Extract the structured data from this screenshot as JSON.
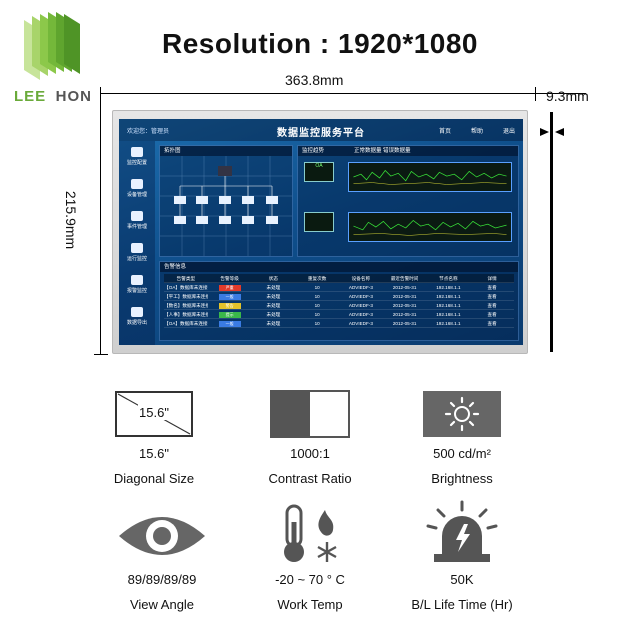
{
  "logo": {
    "left": "LEE",
    "right": "HON"
  },
  "title": "Resolution : 1920*1080",
  "dimensions": {
    "width": "363.8mm",
    "height": "215.9mm",
    "depth": "9.3mm"
  },
  "screen": {
    "title": "数据监控服务平台",
    "user": "欢迎您：管理员",
    "nav": [
      "首页",
      "帮助",
      "退出"
    ],
    "side_items": [
      "监控配置",
      "设备管理",
      "事件管理",
      "运行监控",
      "报警监控",
      "数据导出"
    ],
    "topology_title": "拓扑图",
    "trend_title": "监控趋势",
    "trend_legend": "正常数据量 错误数据量",
    "alarm_title": "告警信息",
    "table_headers": [
      "告警类型",
      "告警等级",
      "状态",
      "重复次数",
      "设备名称",
      "最近告警时间",
      "节点名称",
      "详情"
    ],
    "table_rows": [
      [
        "【OA】数据库未连接",
        "严重",
        "未处理",
        "10",
        "ADVIEDF-3",
        "2012-05-31",
        "192.168.1.1",
        "查看"
      ],
      [
        "【平工】数据库未连接",
        "一般",
        "未处理",
        "10",
        "ADVIEDF-3",
        "2012-05-31",
        "192.168.1.1",
        "查看"
      ],
      [
        "【数名】数据库未连接",
        "警告",
        "未处理",
        "10",
        "ADVIEDF-3",
        "2012-05-31",
        "192.168.1.1",
        "查看"
      ],
      [
        "【人事】数据库未连接",
        "提示",
        "未处理",
        "10",
        "ADVIEDF-3",
        "2012-05-31",
        "192.168.1.1",
        "查看"
      ],
      [
        "【OA】数据库未连接",
        "一般",
        "未处理",
        "10",
        "ADVIEDF-3",
        "2012-05-31",
        "192.168.1.1",
        "查看"
      ]
    ],
    "level_colors": {
      "严重": "#e23a2a",
      "一般": "#3a7be2",
      "警告": "#e2c22a",
      "提示": "#3ab84a"
    }
  },
  "specs": [
    {
      "icon": "diagonal-size-icon",
      "icon_text": "15.6\"",
      "value": "15.6\"",
      "label": "Diagonal Size"
    },
    {
      "icon": "contrast-icon",
      "value": "1000:1",
      "label": "Contrast Ratio"
    },
    {
      "icon": "brightness-icon",
      "value": "500 cd/m²",
      "label": "Brightness"
    },
    {
      "icon": "eye-icon",
      "value": "89/89/89/89",
      "label": "View Angle"
    },
    {
      "icon": "thermometer-icon",
      "value": "-20 ~ 70 ° C",
      "label": "Work Temp"
    },
    {
      "icon": "alarm-light-icon",
      "value": "50K",
      "label": "B/L Life Time (Hr)"
    }
  ],
  "colors": {
    "logo_green": "#6aaa3a",
    "icon_dark": "#555555",
    "screen_blue": "#1a62a4"
  }
}
